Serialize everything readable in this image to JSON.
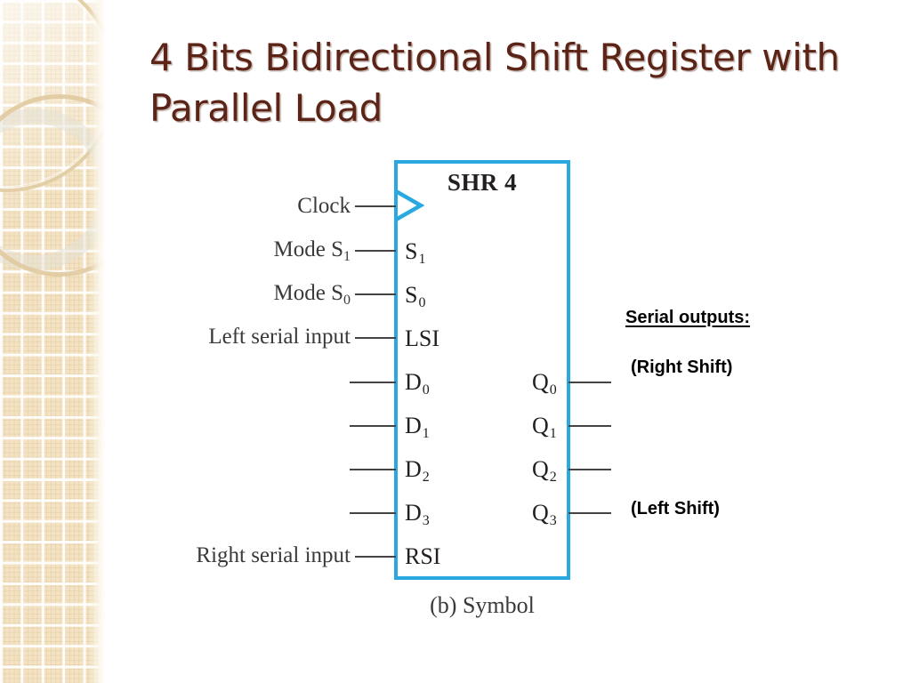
{
  "slide": {
    "title": "4 Bits Bidirectional Shift Register with Parallel Load",
    "background_color": "#ffffff",
    "title_color": "#5c2317",
    "accent_color": "#2aa9e0"
  },
  "figure": {
    "chip_title": "SHR 4",
    "caption": "(b) Symbol",
    "clock_icon": "clock-triangle-icon",
    "box_border_color": "#2aa9e0",
    "inputs": [
      {
        "external_label": "Clock",
        "pin": "",
        "pin_sub": "",
        "has_lead": true
      },
      {
        "external_label": "Mode S",
        "ext_sub": "1",
        "pin": "S",
        "pin_sub": "1",
        "has_lead": true
      },
      {
        "external_label": "Mode S",
        "ext_sub": "0",
        "pin": "S",
        "pin_sub": "0",
        "has_lead": true
      },
      {
        "external_label": "Left serial input",
        "pin": "LSI",
        "pin_sub": "",
        "has_lead": true
      },
      {
        "external_label": "",
        "pin": "D",
        "pin_sub": "0",
        "has_lead": true
      },
      {
        "external_label": "",
        "pin": "D",
        "pin_sub": "1",
        "has_lead": true
      },
      {
        "external_label": "",
        "pin": "D",
        "pin_sub": "2",
        "has_lead": true
      },
      {
        "external_label": "",
        "pin": "D",
        "pin_sub": "3",
        "has_lead": true
      },
      {
        "external_label": "Right serial input",
        "pin": "RSI",
        "pin_sub": "",
        "has_lead": true
      }
    ],
    "outputs": [
      {
        "pin": "Q",
        "pin_sub": "0",
        "has_lead": true
      },
      {
        "pin": "Q",
        "pin_sub": "1",
        "has_lead": true
      },
      {
        "pin": "Q",
        "pin_sub": "2",
        "has_lead": true
      },
      {
        "pin": "Q",
        "pin_sub": "3",
        "has_lead": true
      }
    ]
  },
  "annotations": {
    "heading": "Serial outputs:",
    "right_shift": "(Right Shift)",
    "left_shift": "(Left Shift)"
  }
}
